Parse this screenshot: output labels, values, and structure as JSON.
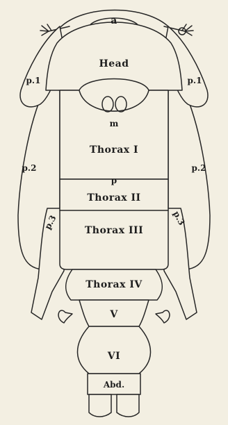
{
  "figure": {
    "labels": {
      "a": "a",
      "head": "Head",
      "m": "m",
      "p": "p",
      "p1_left": "p.1",
      "p1_right": "p.1",
      "p2_left": "p.2",
      "p2_right": "p.2",
      "p3_left": "p.3",
      "p3_right": "p.3",
      "thorax1": "Thorax I",
      "thorax2": "Thorax II",
      "thorax3": "Thorax III",
      "thorax4": "Thorax IV",
      "v": "V",
      "vi": "VI",
      "abd": "Abd."
    },
    "colors": {
      "paper": "#f3efe2",
      "ink": "#262626"
    }
  }
}
